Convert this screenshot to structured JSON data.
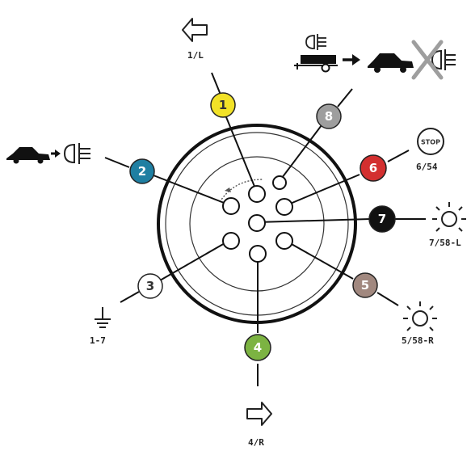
{
  "pins": [
    {
      "number": "1",
      "color": "#f2e227",
      "text_color": "#333333",
      "label": "1/L",
      "function_icon": "left-indicator-arrow-icon"
    },
    {
      "number": "2",
      "color": "#1f7fa2",
      "text_color": "#ffffff",
      "label": "",
      "function_icon": "rear-fog-light-icon"
    },
    {
      "number": "3",
      "color": "#ffffff",
      "text_color": "#333333",
      "label": "1-7",
      "function_icon": "ground-icon"
    },
    {
      "number": "4",
      "color": "#7cb342",
      "text_color": "#ffffff",
      "label": "4/R",
      "function_icon": "right-indicator-arrow-icon"
    },
    {
      "number": "5",
      "color": "#a1887f",
      "text_color": "#ffffff",
      "label": "5/58-R",
      "function_icon": "right-tail-light-icon"
    },
    {
      "number": "6",
      "color": "#d32f2f",
      "text_color": "#ffffff",
      "label": "6/54",
      "function_icon": "stop-light-icon"
    },
    {
      "number": "7",
      "color": "#111111",
      "text_color": "#ffffff",
      "label": "7/58-L",
      "function_icon": "left-tail-light-icon"
    },
    {
      "number": "8",
      "color": "#9e9e9e",
      "text_color": "#ffffff",
      "label": "",
      "function_icon": "fog-light-cutoff-icon"
    }
  ],
  "stop_sign": {
    "text": "STOP",
    "color": "#333333"
  },
  "cross_color": "#9e9e9e"
}
